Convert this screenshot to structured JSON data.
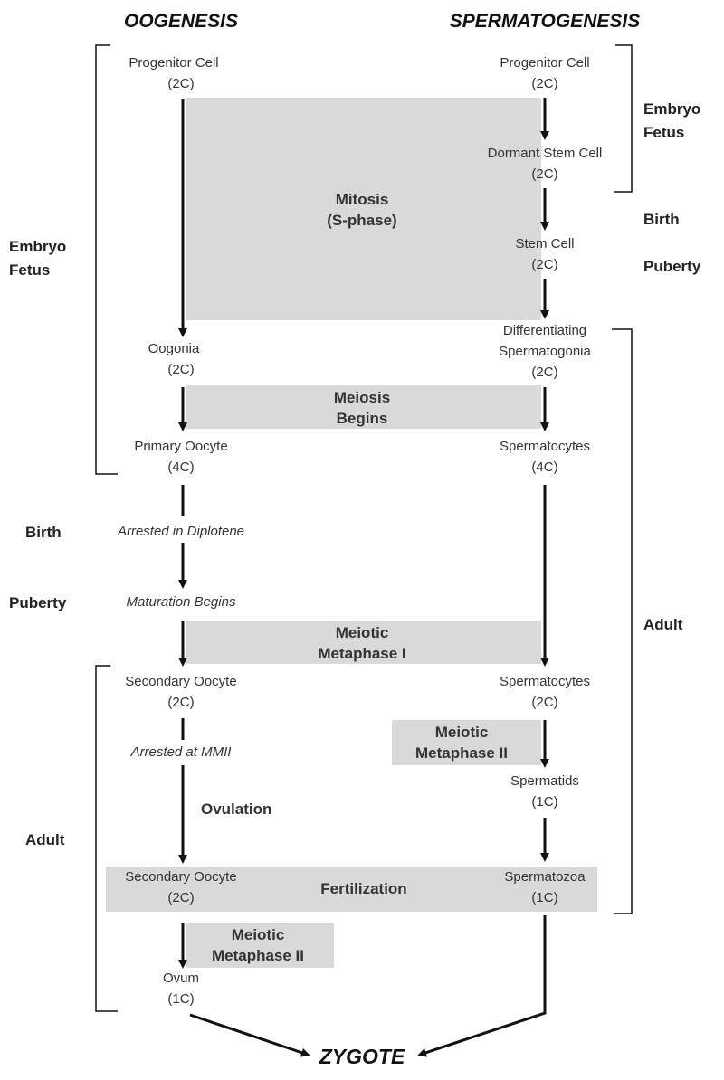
{
  "headers": {
    "left": "OOGENESIS",
    "right": "SPERMATOGENESIS"
  },
  "oogenesis": {
    "progenitor": {
      "name": "Progenitor Cell",
      "c": "(2C)"
    },
    "oogonia": {
      "name": "Oogonia",
      "c": "(2C)"
    },
    "primary_oocyte": {
      "name": "Primary Oocyte",
      "c": "(4C)"
    },
    "arrested_diplotene": "Arrested in Diplotene",
    "maturation_begins": "Maturation Begins",
    "secondary_oocyte_1": {
      "name": "Secondary Oocyte",
      "c": "(2C)"
    },
    "arrested_mmii": "Arrested at MMII",
    "ovulation": "Ovulation",
    "secondary_oocyte_2": {
      "name": "Secondary Oocyte",
      "c": "(2C)"
    },
    "meiotic_metaphase_ii": {
      "line1": "Meiotic",
      "line2": "Metaphase II"
    },
    "ovum": {
      "name": "Ovum",
      "c": "(1C)"
    }
  },
  "spermatogenesis": {
    "progenitor": {
      "name": "Progenitor Cell",
      "c": "(2C)"
    },
    "dormant_stem": {
      "name": "Dormant Stem Cell",
      "c": "(2C)"
    },
    "stem_cell": {
      "name": "Stem Cell",
      "c": "(2C)"
    },
    "differentiating": {
      "line1": "Differentiating",
      "line2": "Spermatogonia",
      "c": "(2C)"
    },
    "spermatocytes_4c": {
      "name": "Spermatocytes",
      "c": "(4C)"
    },
    "spermatocytes_2c": {
      "name": "Spermatocytes",
      "c": "(2C)"
    },
    "meiotic_metaphase_ii": {
      "line1": "Meiotic",
      "line2": "Metaphase II"
    },
    "spermatids": {
      "name": "Spermatids",
      "c": "(1C)"
    },
    "spermatozoa": {
      "name": "Spermatozoa",
      "c": "(1C)"
    }
  },
  "bands": {
    "mitosis": {
      "line1": "Mitosis",
      "line2": "(S-phase)"
    },
    "meiosis": {
      "line1": "Meiosis",
      "line2": "Begins"
    },
    "metaphase_i": {
      "line1": "Meiotic",
      "line2": "Metaphase I"
    },
    "fertilization": "Fertilization"
  },
  "left_labels": {
    "embryo_line1": "Embryo",
    "embryo_line2": "Fetus",
    "birth": "Birth",
    "puberty": "Puberty",
    "adult": "Adult"
  },
  "right_labels": {
    "embryo_line1": "Embryo",
    "embryo_line2": "Fetus",
    "birth": "Birth",
    "puberty": "Puberty",
    "adult": "Adult"
  },
  "zygote": "ZYGOTE"
}
